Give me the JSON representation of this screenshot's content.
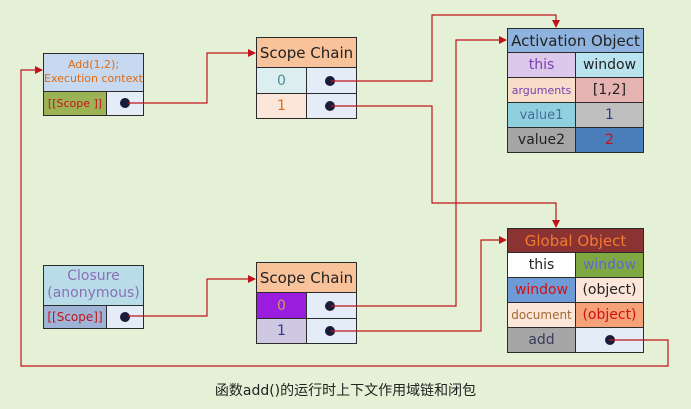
{
  "exec_context": {
    "title_line1": "Add(1,2);",
    "title_line2": "Execution context",
    "scope_label": "[[Scope ]]"
  },
  "closure": {
    "title_line1": "Closure",
    "title_line2": "(anonymous)",
    "scope_label": "[[Scope]]"
  },
  "scope_chain_top": {
    "title": "Scope Chain",
    "rows": [
      "0",
      "1"
    ]
  },
  "scope_chain_bottom": {
    "title": "Scope Chain",
    "rows": [
      "0",
      "1"
    ]
  },
  "activation_object": {
    "title": "Activation Object",
    "rows": [
      {
        "key": "this",
        "value": "window"
      },
      {
        "key": "arguments",
        "value": "[1,2]"
      },
      {
        "key": "value1",
        "value": "1"
      },
      {
        "key": "value2",
        "value": "2"
      }
    ]
  },
  "global_object": {
    "title": "Global Object",
    "rows": [
      {
        "key": "this",
        "value": "window"
      },
      {
        "key": "window",
        "value": "(object)"
      },
      {
        "key": "document",
        "value": "(object)"
      },
      {
        "key": "add",
        "value": ""
      }
    ]
  },
  "caption": "函数add()的运行时上下文作用域链和闭包",
  "colors": {
    "background": "#e4f1d6",
    "arrow": "#c0141c",
    "scope_chain_header": "#f8c29a",
    "activation_header": "#8fb3df",
    "global_header": "#8b3232"
  }
}
